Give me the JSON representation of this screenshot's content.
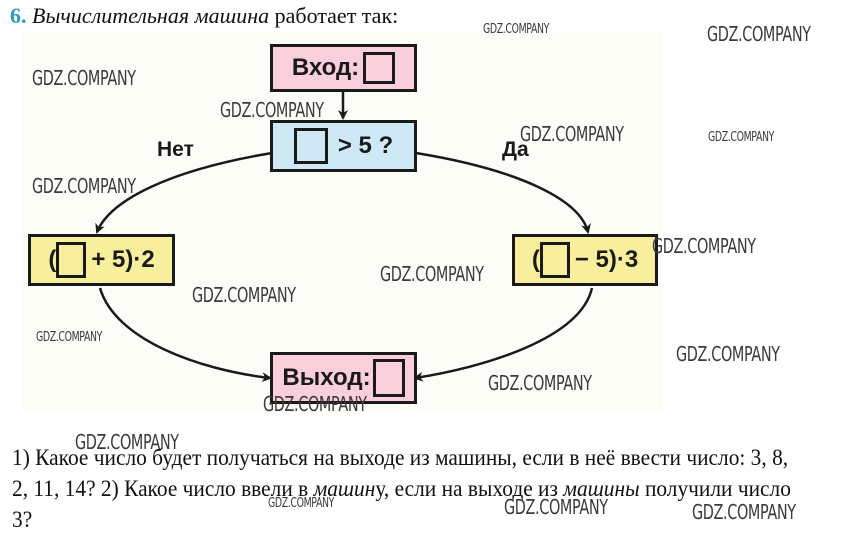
{
  "task": {
    "number": "6.",
    "title_italic": "Вычислительная машина",
    "title_rest": " работает так:"
  },
  "diagram": {
    "input_label": "Вход:",
    "condition_text": "> 5 ?",
    "branch_no": "Нет",
    "branch_yes": "Да",
    "no_formula_open": "(",
    "no_formula_rest": "+ 5)·2",
    "yes_formula_open": "(",
    "yes_formula_rest": "− 5)·3",
    "output_label": "Выход:",
    "colors": {
      "input_output_fill": "#f9cfdc",
      "condition_fill": "#cfe8f5",
      "formula_fill": "#f8ef9c",
      "accent_number": "#2a9bc4"
    }
  },
  "question": {
    "part1": "1) Какое число будет получаться на выходе из машины, если в неё ввести число: 3, 8, 2, 11, 14? 2) Какое число ввели в ",
    "part1_italic": "машин",
    "part2": "у, если на выходе из ",
    "part2_italic": "машины",
    "part3": " получили число 3?"
  },
  "watermarks": [
    "GDZ.COMPANY",
    "GDZ.COMPANY",
    "GDZ.COMPANY",
    "GDZ.COMPANY",
    "GDZ.COMPANY",
    "GDZ.COMPANY",
    "GDZ.COMPANY",
    "GDZ.COMPANY",
    "GDZ.COMPANY",
    "GDZ.COMPANY",
    "GDZ.COMPANY",
    "GDZ.COMPANY",
    "GDZ.COMPANY",
    "GDZ.COMPANY",
    "GDZ.COMPANY",
    "GDZ.COMPANY",
    "GDZ.COMPANY",
    "GDZ.COMPANY"
  ]
}
